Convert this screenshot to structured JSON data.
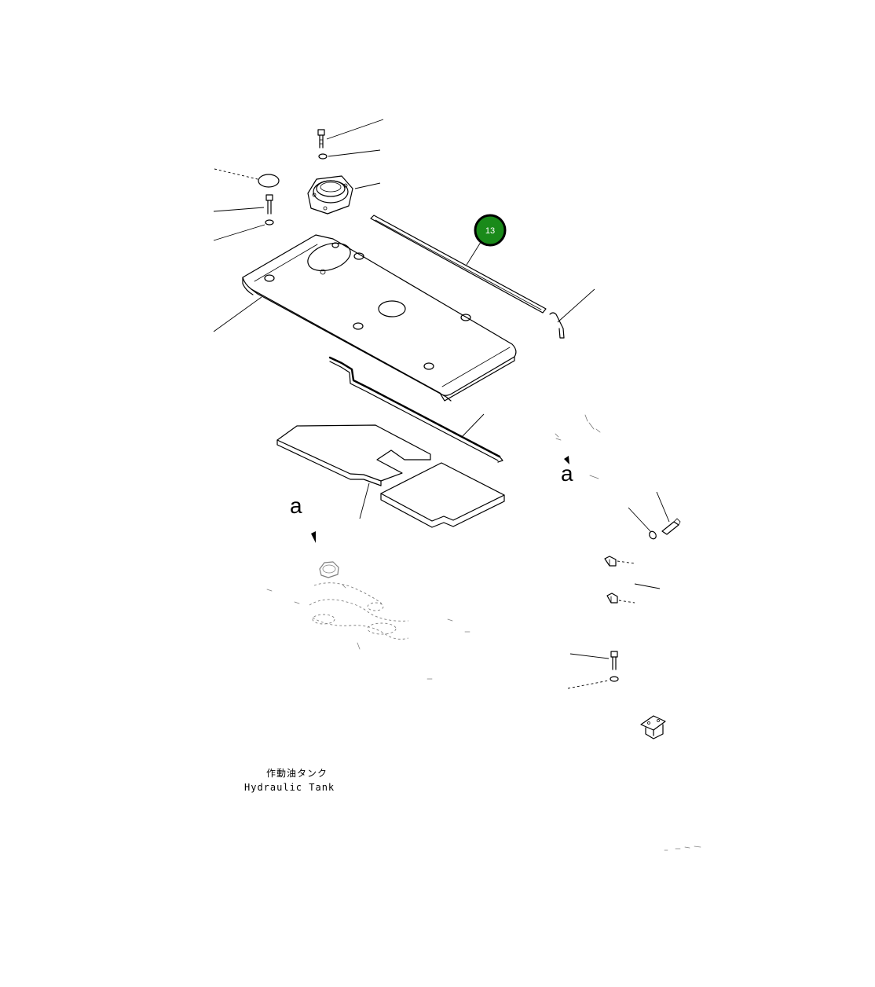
{
  "diagram": {
    "view_labels": [
      "a",
      "a"
    ],
    "caption": {
      "line1": "作動油タンク",
      "line2": "Hydraulic Tank"
    },
    "callout": {
      "number": "13",
      "fill_color": "#1a8a1a",
      "ring_color": "#000000"
    }
  }
}
